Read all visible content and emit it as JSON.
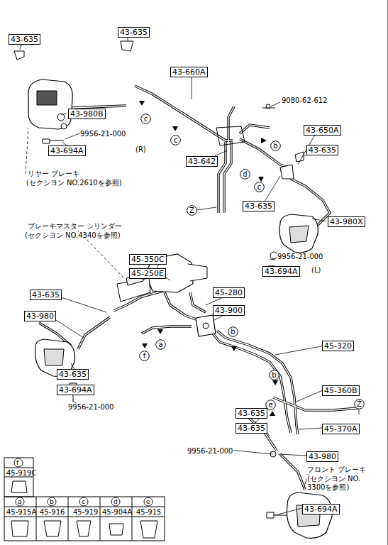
{
  "diagram": {
    "nodes": [
      {
        "text": [
          "43-635"
        ]
      },
      {
        "text": [
          "43-635"
        ]
      },
      {
        "text": [
          "43-660A"
        ]
      },
      {
        "text": [
          "43-980B"
        ]
      },
      {
        "text": [
          "43-650A"
        ]
      },
      {
        "text": [
          "43-635"
        ]
      },
      {
        "text": [
          "43-694A"
        ]
      },
      {
        "text": [
          "43-642"
        ]
      },
      {
        "text": [
          "43-635"
        ]
      },
      {
        "text": [
          "43-980X"
        ]
      },
      {
        "text": [
          "45-350C"
        ]
      },
      {
        "text": [
          "45-250E"
        ]
      },
      {
        "text": [
          "43-694A"
        ]
      },
      {
        "text": [
          "43-635"
        ]
      },
      {
        "text": [
          "45-280"
        ]
      },
      {
        "text": [
          "43-900"
        ]
      },
      {
        "text": [
          "43-980"
        ]
      },
      {
        "text": [
          "45-320"
        ]
      },
      {
        "text": [
          "43-635"
        ]
      },
      {
        "text": [
          "43-694A"
        ]
      },
      {
        "text": [
          "45-360B"
        ]
      },
      {
        "text": [
          "43-635"
        ]
      },
      {
        "text": [
          "43-635"
        ]
      },
      {
        "text": [
          "45-370A"
        ]
      },
      {
        "text": [
          "43-980"
        ]
      },
      {
        "text": [
          "43-694A"
        ]
      },
      {
        "text": [
          "c"
        ]
      },
      {
        "text": [
          "c"
        ]
      },
      {
        "text": [
          "b"
        ]
      },
      {
        "text": [
          "d"
        ]
      },
      {
        "text": [
          "c"
        ]
      },
      {
        "text": [
          "Z"
        ]
      },
      {
        "text": [
          "b"
        ]
      },
      {
        "text": [
          "a"
        ]
      },
      {
        "text": [
          "f"
        ]
      },
      {
        "text": [
          "b"
        ]
      },
      {
        "text": [
          "e"
        ]
      },
      {
        "text": [
          "Z"
        ]
      }
    ],
    "labels": [
      "9080-62-612",
      "9956-21-000",
      "(R)",
      "リヤー ブレーキ",
      "(セクシヨン NO.2610を参照)",
      "ブレーキマスター シリンダー",
      "(セクシヨン NO.4340を参照)",
      "9956-21-000",
      "(L)",
      "9956-21-000",
      "9956-21-000",
      "フロント ブレーキ",
      "(セクシヨン NO. 3300を参照)",
      "f",
      "45-919C",
      "a",
      "45-915A",
      "b",
      "45-916",
      "c",
      "45-919",
      "d",
      "45-904A",
      "e",
      "45-915"
    ]
  }
}
